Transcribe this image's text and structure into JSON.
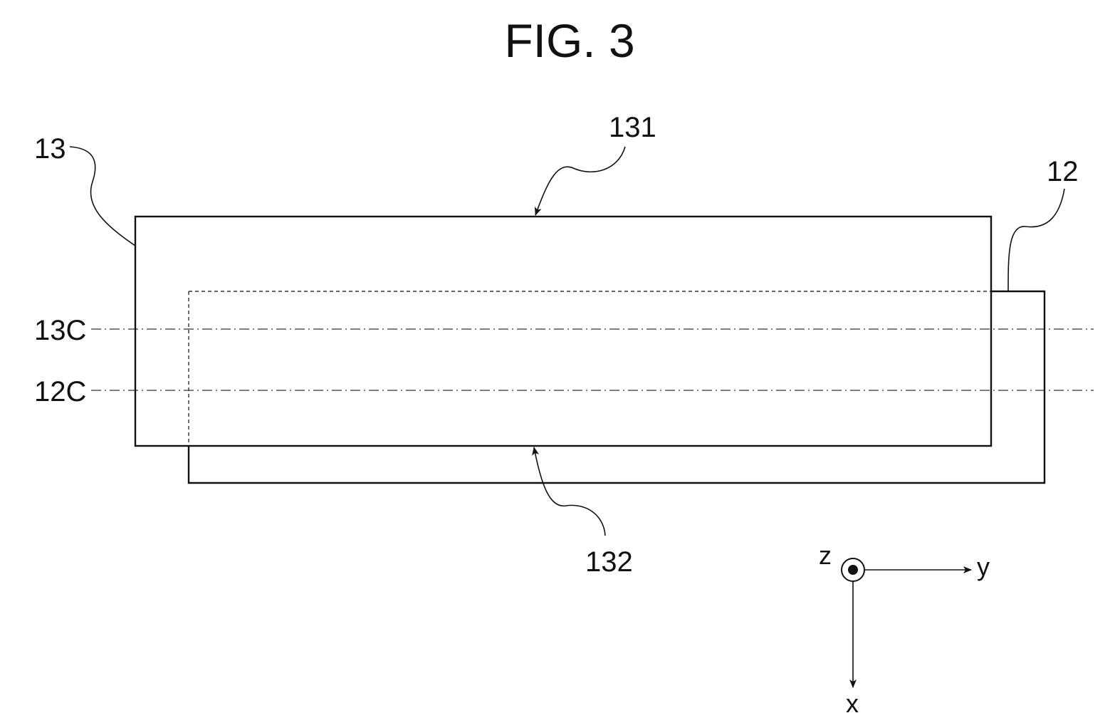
{
  "figure": {
    "title": "FIG. 3",
    "labels": {
      "part_13": "13",
      "part_12": "12",
      "surface_131": "131",
      "surface_132": "132",
      "axis_13c": "13C",
      "axis_12c": "12C"
    },
    "coordinate_axes": {
      "z": "z",
      "y": "y",
      "x": "x"
    }
  }
}
